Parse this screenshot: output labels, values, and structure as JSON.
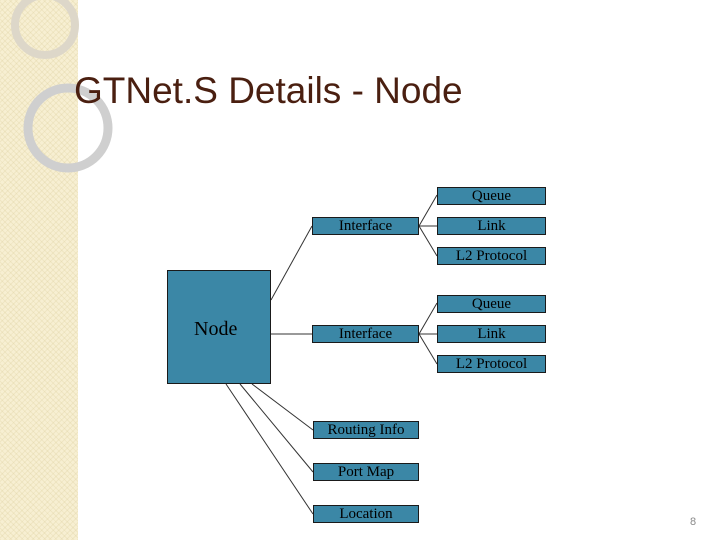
{
  "slide": {
    "title": "GTNet.S Details - Node",
    "page_number": "8"
  },
  "diagram": {
    "node_label": "Node",
    "interfaces": [
      {
        "label": "Interface",
        "children": [
          "Queue",
          "Link",
          "L2 Protocol"
        ]
      },
      {
        "label": "Interface",
        "children": [
          "Queue",
          "Link",
          "L2 Protocol"
        ]
      }
    ],
    "node_attributes": [
      "Routing Info",
      "Port Map",
      "Location"
    ]
  },
  "colors": {
    "box_fill": "#3b87a6",
    "title": "#4a1f10",
    "sidebar": "#f7efd2"
  }
}
